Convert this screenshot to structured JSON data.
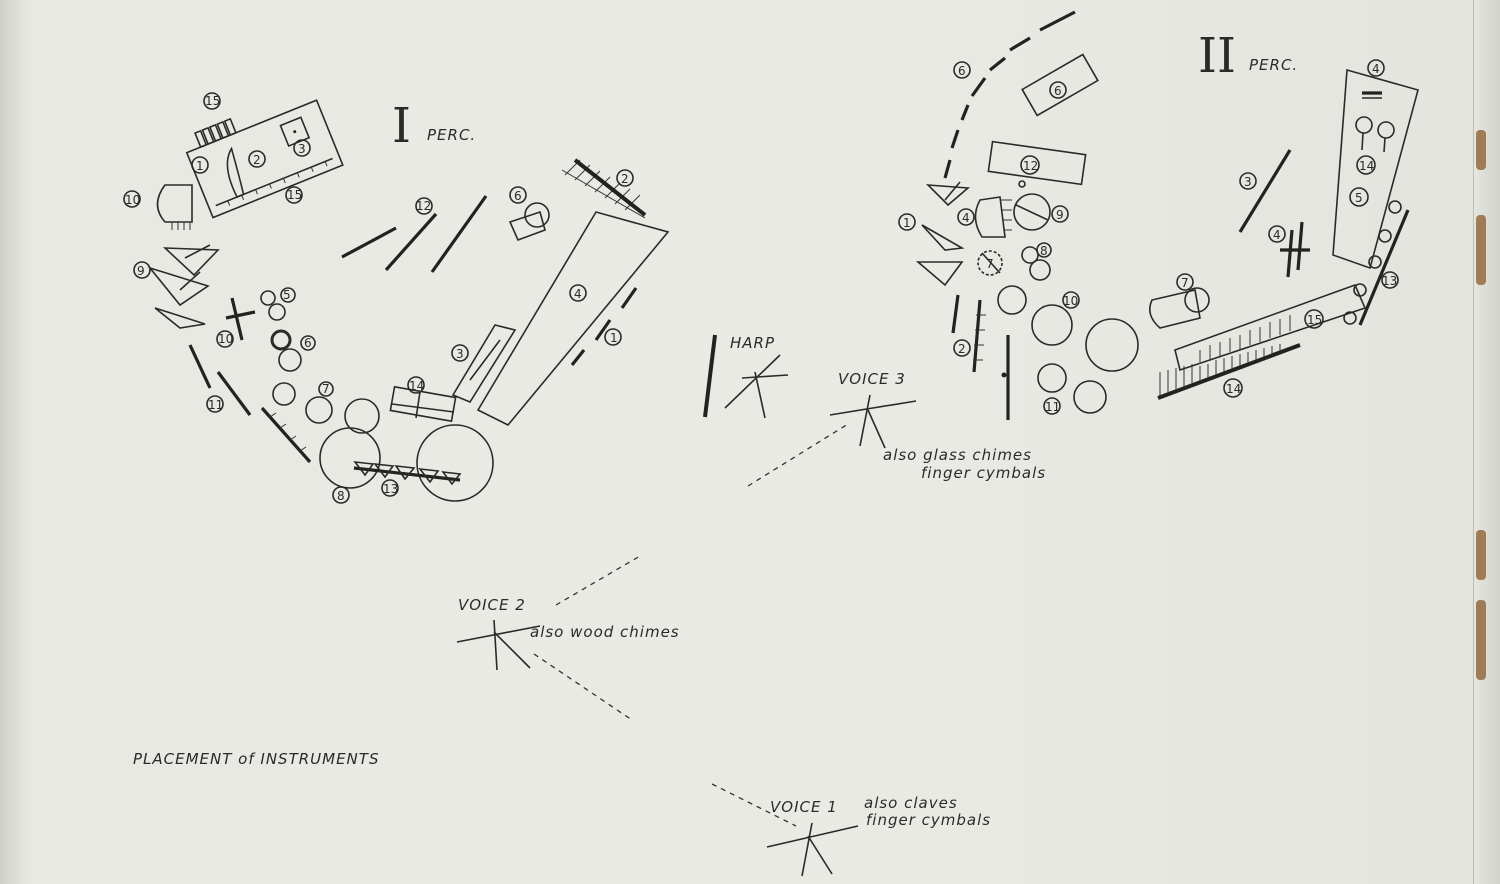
{
  "labels": {
    "perc1_roman": "I",
    "perc1_text": "PERC.",
    "perc2_roman": "II",
    "perc2_text": "PERC.",
    "harp": "HARP",
    "voice3": "VOICE 3",
    "voice3_note1": "also glass chimes",
    "voice3_note2": "finger cymbals",
    "voice2": "VOICE 2",
    "voice2_note": "also wood chimes",
    "voice1": "VOICE 1",
    "voice1_note1": "also claves",
    "voice1_note2": "finger cymbals",
    "placement": "PLACEMENT of INSTRUMENTS"
  },
  "numbers": {
    "p1": [
      "15",
      "1",
      "2",
      "3",
      "15",
      "10",
      "9",
      "12",
      "6",
      "2",
      "4",
      "5",
      "10",
      "6",
      "11",
      "7",
      "3",
      "1",
      "14",
      "8",
      "13"
    ],
    "p2": [
      "6",
      "6",
      "12",
      "1",
      "4",
      "9",
      "8",
      "7",
      "10",
      "2",
      "11",
      "3",
      "4",
      "14",
      "5",
      "7",
      "13",
      "15",
      "14"
    ]
  }
}
